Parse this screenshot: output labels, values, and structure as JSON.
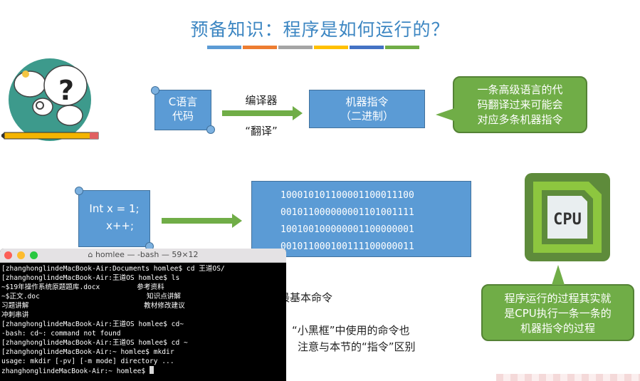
{
  "title": "预备知识：程序是如何运行的？",
  "stripe_colors": [
    "#5b9bd5",
    "#ed7d31",
    "#a5a5a5",
    "#ffc000",
    "#4472c4",
    "#70ad47"
  ],
  "row1": {
    "source": [
      "C语言",
      "代码"
    ],
    "compiler_label": "编译器",
    "translate_label": "“翻译”",
    "machine": [
      "机器指令",
      "（二进制）"
    ],
    "callout": [
      "一条高级语言的代",
      "码翻译过来可能会",
      "对应多条机器指令"
    ]
  },
  "row2": {
    "code": [
      "Int x = 1;",
      "x++;"
    ],
    "binary": [
      "10001010110000110001110 0",
      "001011000000001101001111",
      "100100100000001100000001",
      "001011000100111100000011"
    ],
    "cpu_label": "CPU",
    "callout": [
      "程序运行的过程其实就",
      "是CPU执行一条一条的",
      "机器指令的过程"
    ]
  },
  "notes": {
    "line1": "最基本命令",
    "line2": "“小黑框”中使用的命令也",
    "line3": "注意与本节的“指令”区别"
  },
  "terminal": {
    "title": "homlee — -bash — 59×12",
    "lines": [
      "[zhanghonglindeMacBook-Air:Documents homlee$ cd 王道OS/",
      "[zhanghonglindeMacBook-Air:王道OS homlee$ ls",
      "~$19年操作系统原题题库.docx         参考资料",
      "~$正文.doc                          知识点讲解",
      "习题讲解                            教材修改建议",
      "冲刺串讲",
      "[zhanghonglindeMacBook-Air:王道OS homlee$ cd~",
      "-bash: cd~: command not found",
      "[zhanghonglindeMacBook-Air:王道OS homlee$ cd ~",
      "[zhanghonglindeMacBook-Air:~ homlee$ mkdir",
      "usage: mkdir [-pv] [-m mode] directory ...",
      "zhanghonglindeMacBook-Air:~ homlee$ "
    ]
  }
}
